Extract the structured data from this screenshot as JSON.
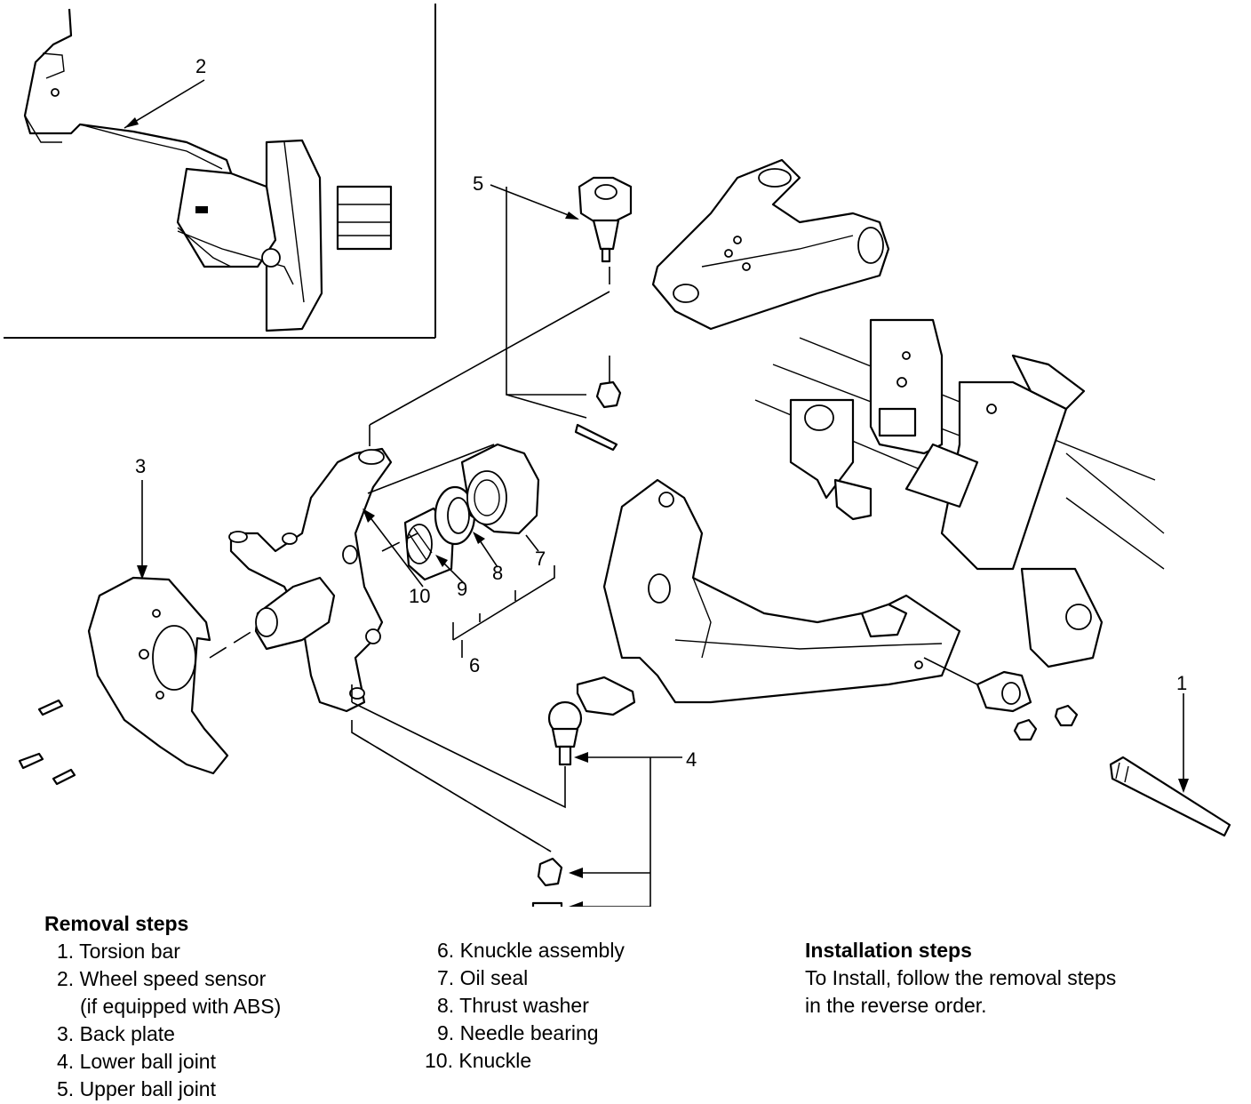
{
  "callouts": {
    "c1": "1",
    "c2": "2",
    "c3": "3",
    "c4": "4",
    "c5": "5",
    "c6": "6",
    "c7": "7",
    "c8": "8",
    "c9": "9",
    "c10": "10"
  },
  "removal": {
    "heading": "Removal steps",
    "steps": [
      "1. Torsion bar",
      "2. Wheel speed sensor",
      "(if equipped with ABS)",
      "3. Back plate",
      "4. Lower ball joint",
      "5. Upper ball joint",
      "6. Knuckle assembly",
      "7. Oil seal",
      "8. Thrust washer",
      "9. Needle bearing",
      "10. Knuckle"
    ]
  },
  "installation": {
    "heading": "Installation steps",
    "lines": [
      "To Install, follow the removal steps",
      "in the reverse order."
    ]
  }
}
